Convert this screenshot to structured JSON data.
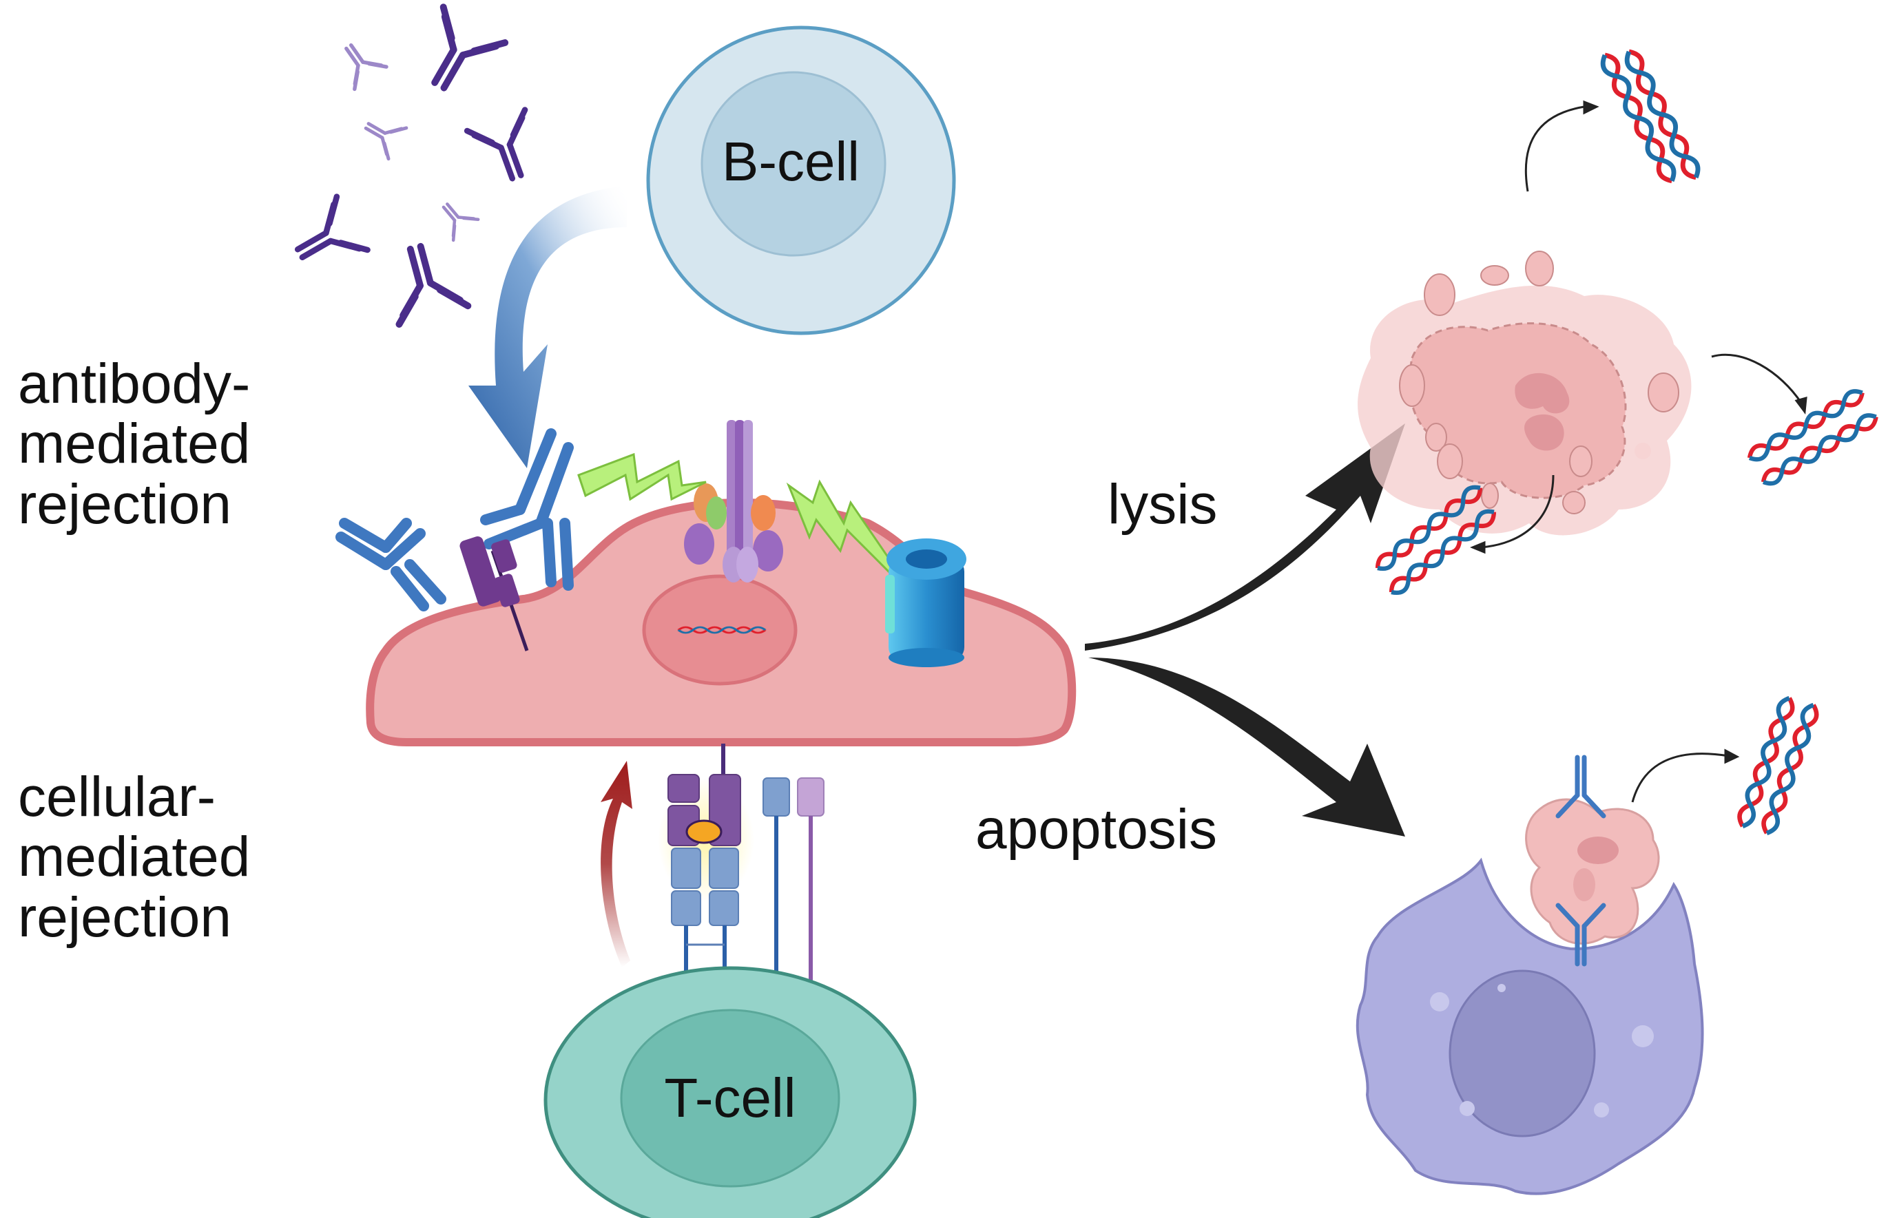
{
  "figure": {
    "type": "biological-schematic",
    "subject": "graft rejection mechanisms leading to cell death"
  },
  "labels": {
    "antibody_mediated": [
      "antibody-",
      "mediated",
      "rejection"
    ],
    "cellular_mediated": [
      "cellular-",
      "mediated",
      "rejection"
    ],
    "b_cell": "B-cell",
    "t_cell": "T-cell",
    "lysis": "lysis",
    "apoptosis": "apoptosis"
  },
  "colors": {
    "b_cell_outer": "#d6e6ef",
    "b_cell_outer_stroke": "#5b9ec4",
    "b_cell_nucleus": "#b5d2e2",
    "target_cell": "#eeaeb0",
    "target_cell_stroke": "#d9727a",
    "t_cell_outer": "#95d3c9",
    "t_cell_outer_stroke": "#3f8f80",
    "t_cell_nucleus": "#70bdb0",
    "antibody_free": "#4a2d8a",
    "antibody_bound": "#3f78c0",
    "mhc_purple": "#7b4ea0",
    "tcr_blue": "#7fa0cf",
    "antigen_orange": "#f5a623",
    "lightning": "#b8f07c",
    "channel_blue": "#2a8fd0",
    "lysed_cell": "#f2c1c1",
    "macrophage": "#aeaee0",
    "macrophage_nucleus": "#9292c8",
    "fate_arrow": "#222222",
    "secretion_arrow": "#3a6fb0",
    "activation_arrow": "#9e1c1c",
    "dna_red": "#e0202c",
    "dna_blue": "#1f6fa8"
  }
}
